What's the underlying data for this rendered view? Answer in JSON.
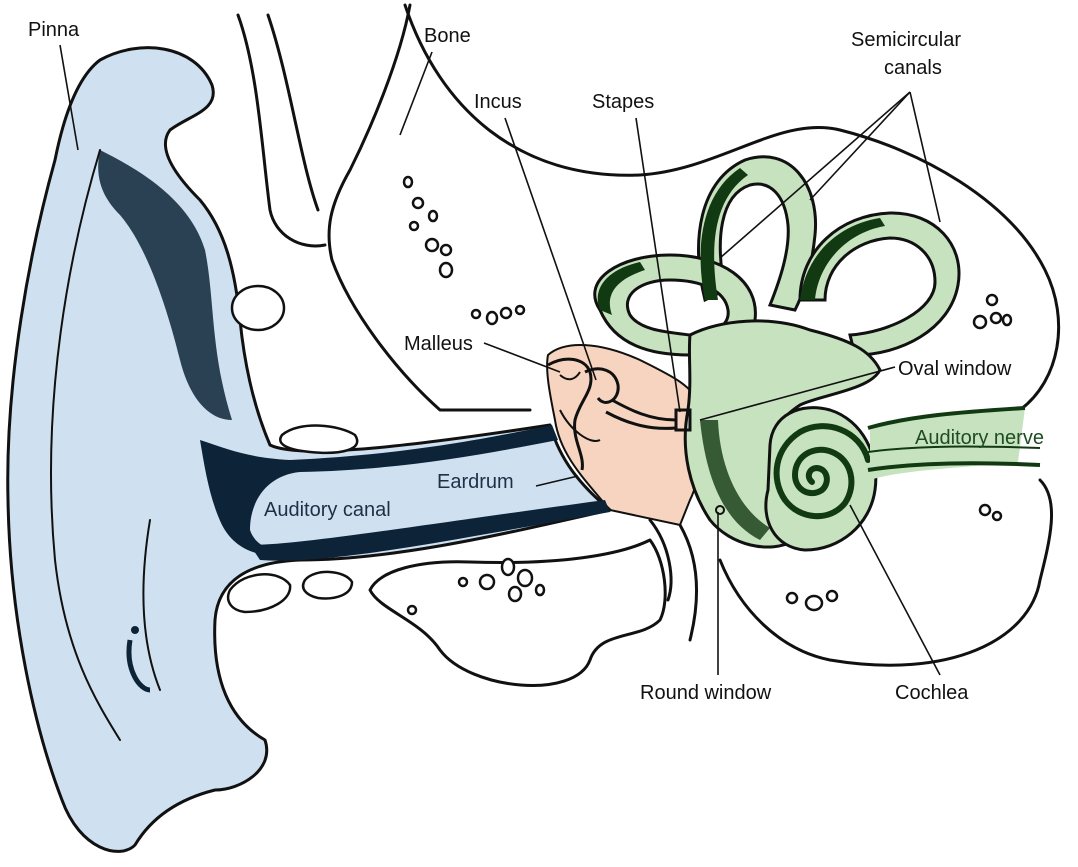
{
  "colors": {
    "outer_ear": "#cfe0f1",
    "middle_ear": "#f7d4c0",
    "inner_ear": "#c7e2bf",
    "outline": "#111111",
    "shading_dark": "#0d2438",
    "shading_green": "#123a12"
  },
  "labels": {
    "pinna": "Pinna",
    "bone": "Bone",
    "semicircular_canals_line1": "Semicircular",
    "semicircular_canals_line2": "canals",
    "incus": "Incus",
    "stapes": "Stapes",
    "malleus": "Malleus",
    "oval_window": "Oval window",
    "auditory_nerve": "Auditory nerve",
    "eardrum": "Eardrum",
    "auditory_canal": "Auditory canal",
    "round_window": "Round window",
    "cochlea": "Cochlea"
  }
}
